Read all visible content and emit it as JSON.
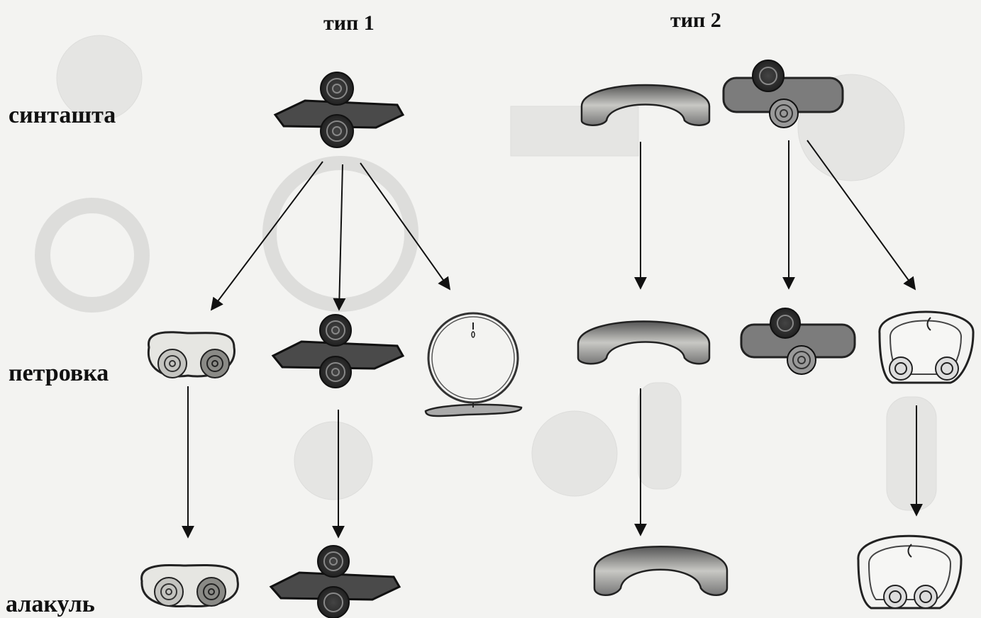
{
  "header": {
    "type1": "тип 1",
    "type2": "тип 2"
  },
  "rows": {
    "sintashta": "синташта",
    "petrovka": "петровка",
    "alakul": "алакуль"
  }
}
